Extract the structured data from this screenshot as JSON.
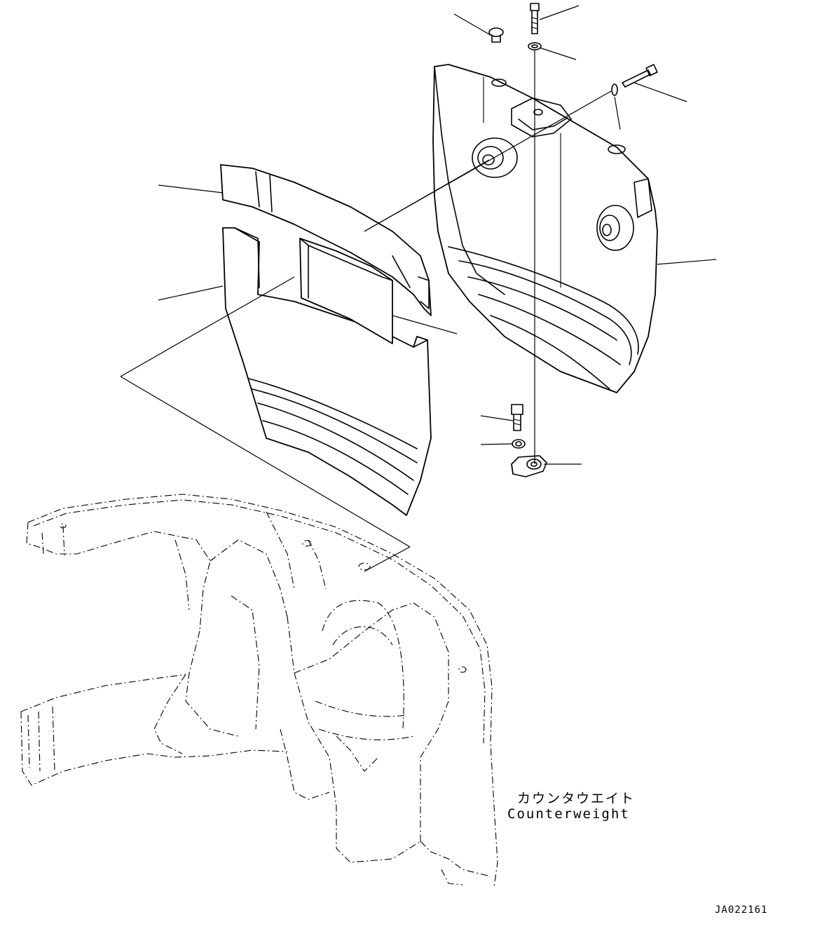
{
  "labels": {
    "counterweight_jp": "カウンタウエイト",
    "counterweight_en": "Counterweight"
  },
  "drawing_id": "JA022161"
}
